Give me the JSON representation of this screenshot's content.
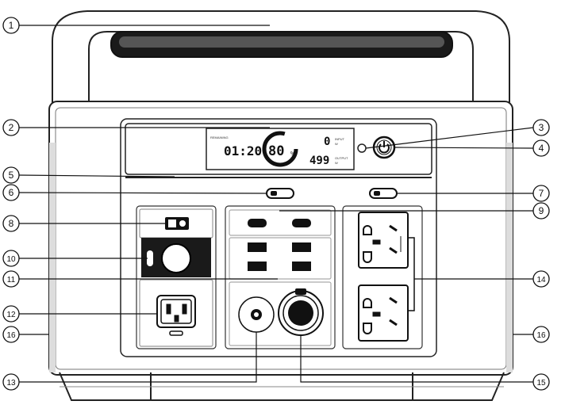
{
  "callouts": [
    "1",
    "2",
    "3",
    "4",
    "5",
    "6",
    "7",
    "8",
    "9",
    "10",
    "11",
    "12",
    "16",
    "13",
    "14",
    "15",
    "16"
  ],
  "lcd": {
    "time": "01:20",
    "percent": "80",
    "percent_unit": "%",
    "input_value": "0",
    "output_value": "499"
  }
}
